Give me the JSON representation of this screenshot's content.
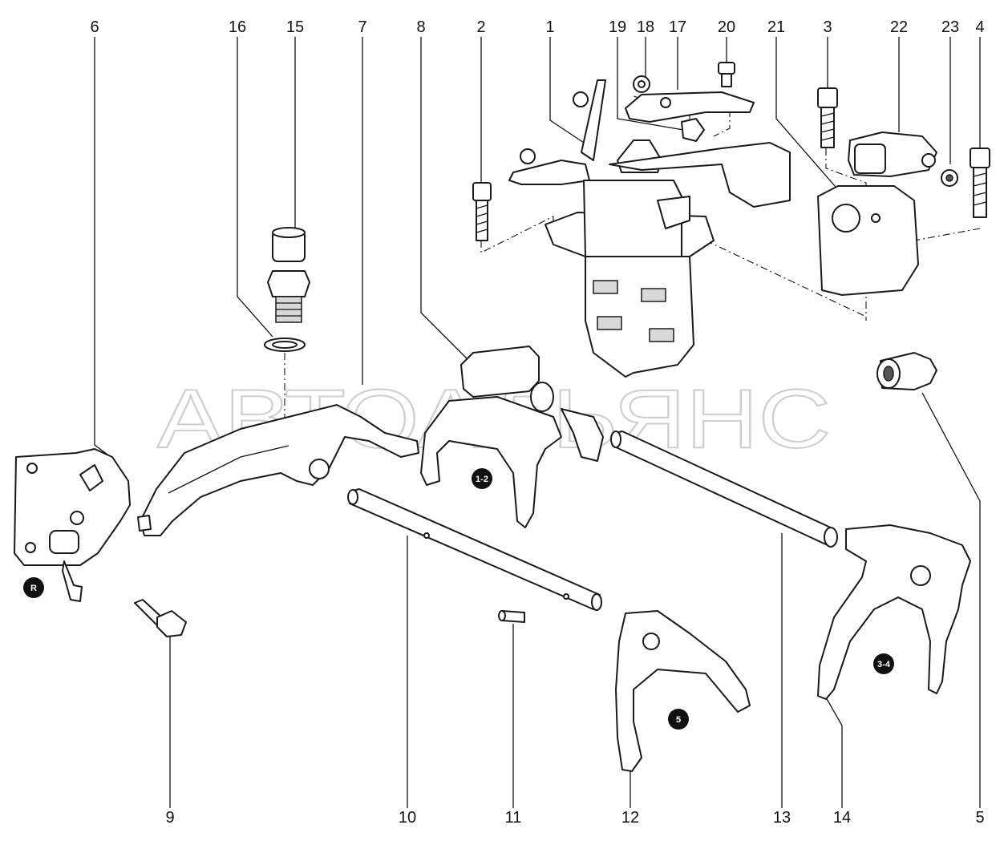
{
  "watermark": "АВТОАЛЬЯНС",
  "callouts": [
    "6",
    "16",
    "15",
    "7",
    "8",
    "2",
    "1",
    "19",
    "18",
    "17",
    "20",
    "21",
    "3",
    "22",
    "23",
    "4",
    "9",
    "10",
    "11",
    "12",
    "13",
    "14",
    "5"
  ],
  "badges": [
    "R",
    "1-2",
    "5",
    "3-4"
  ]
}
